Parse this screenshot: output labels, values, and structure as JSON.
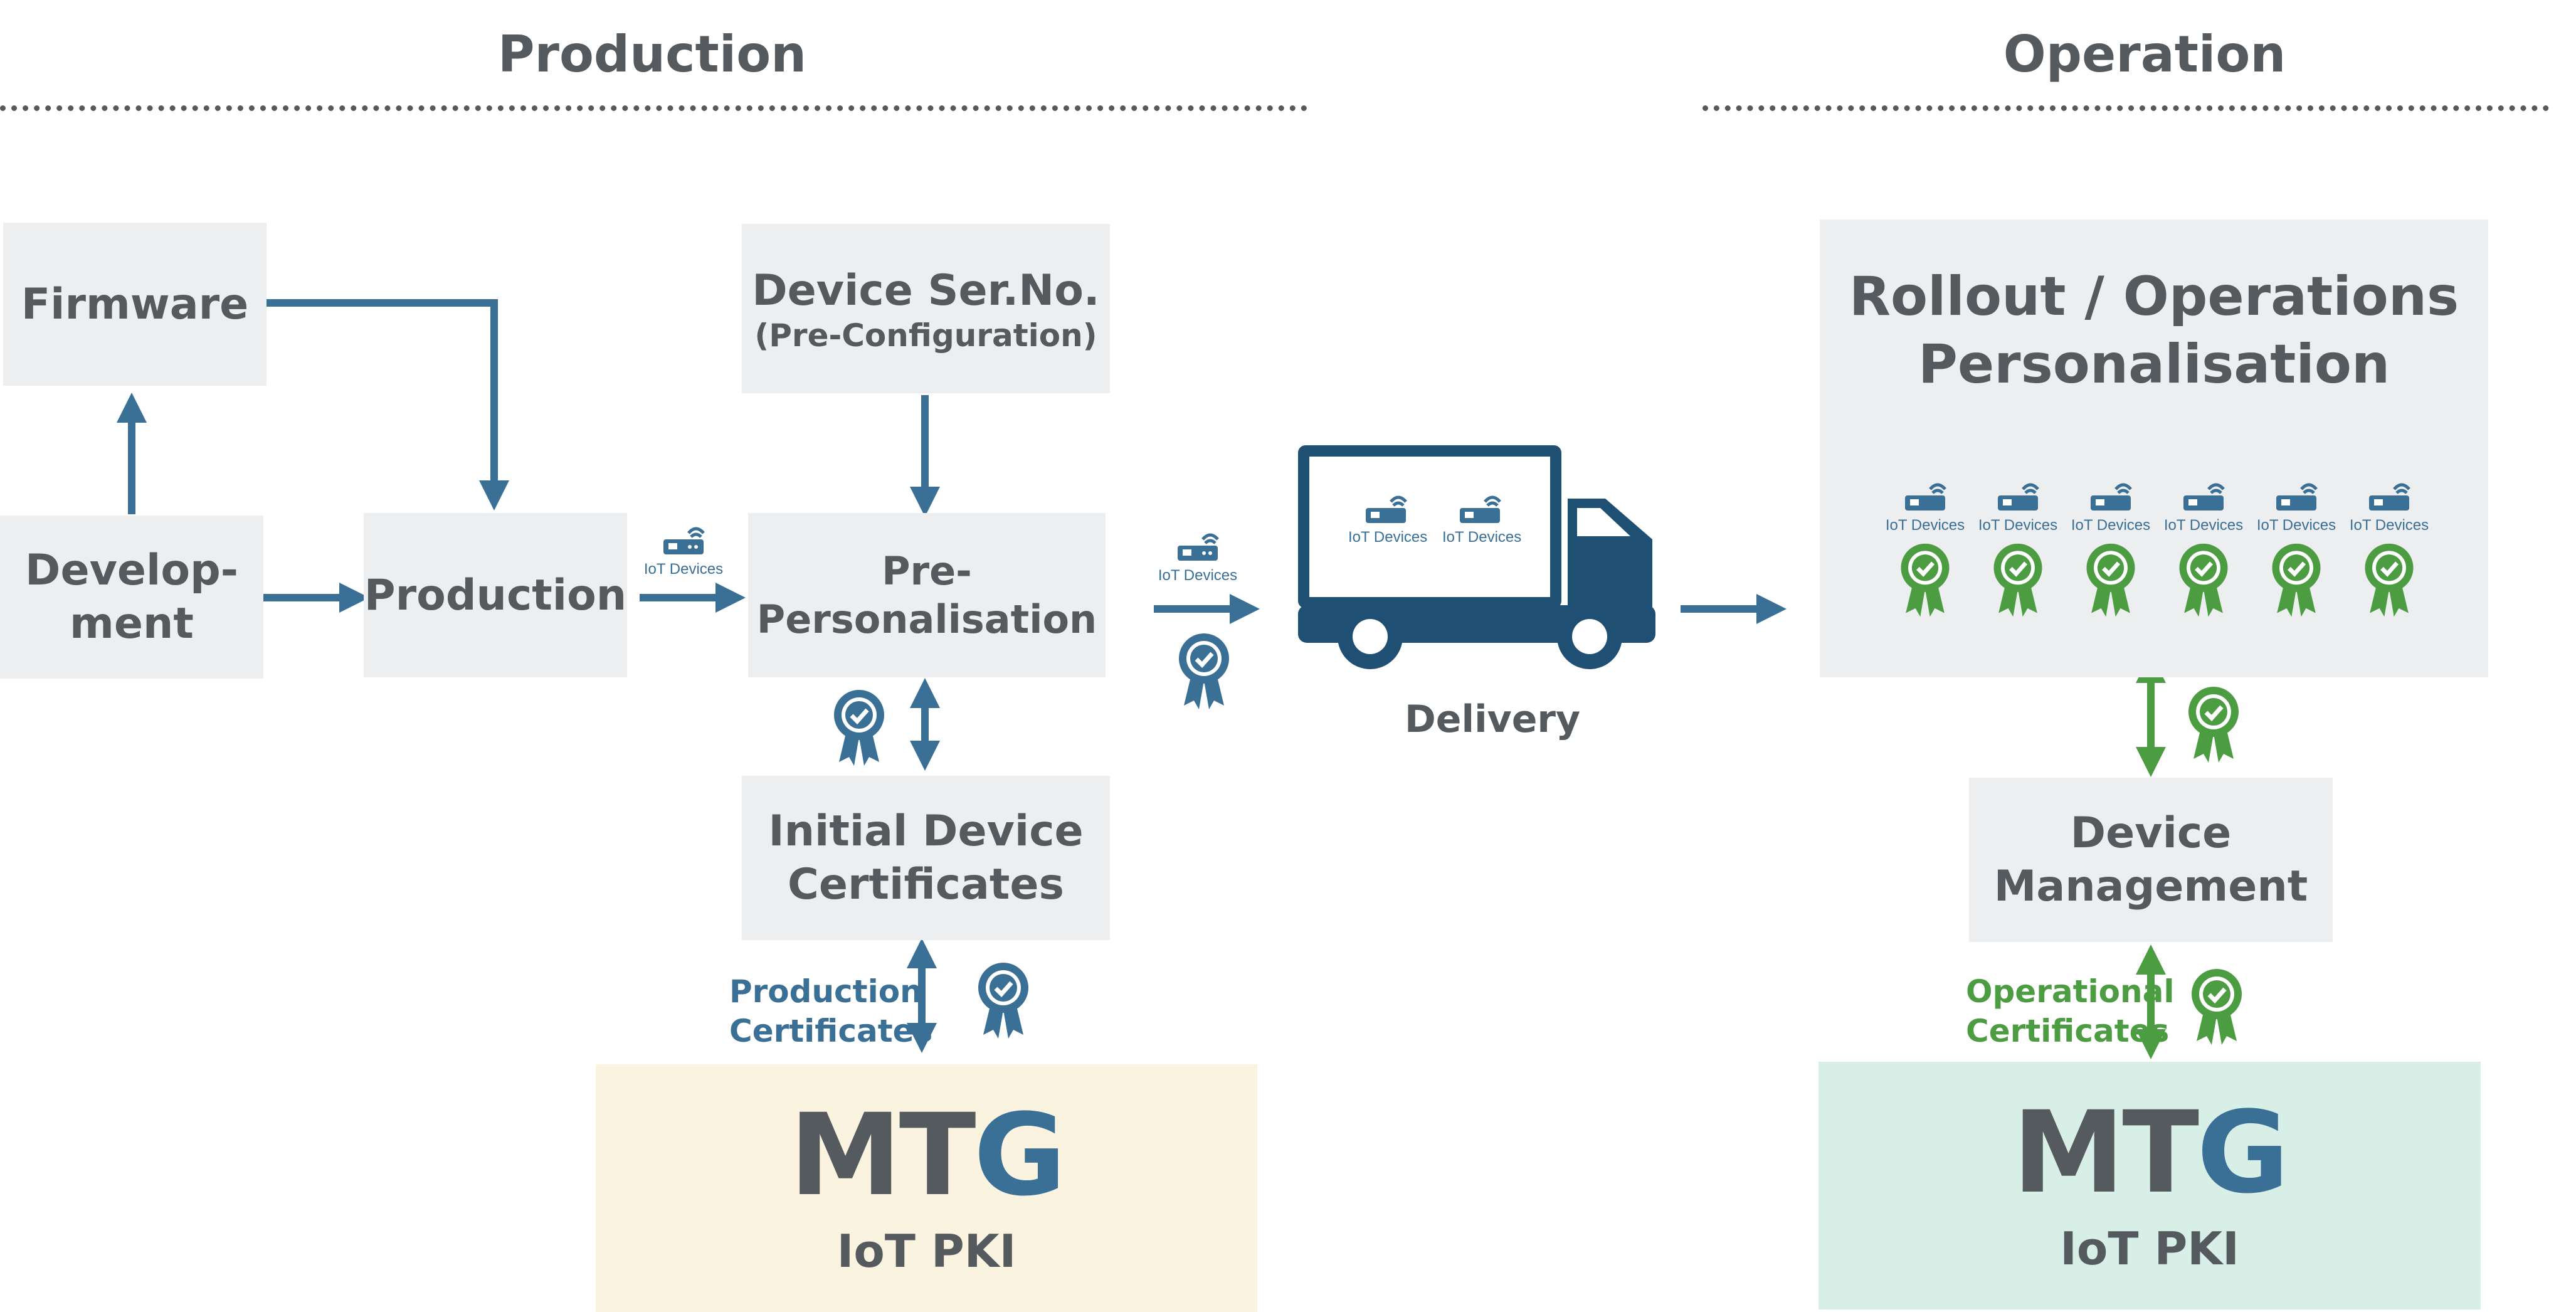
{
  "sections": {
    "production": "Production",
    "operation": "Operation"
  },
  "boxes": {
    "firmware": "Firmware",
    "development": "Develop-\nment",
    "production": "Production",
    "device_serno_title": "Device Ser.No.",
    "device_serno_sub": "(Pre-Configuration)",
    "pre_personalisation": "Pre-\nPersonalisation",
    "initial_certs": "Initial Device\nCertificates",
    "rollout": "Rollout / Operations\nPersonalisation",
    "device_management": "Device\nManagement"
  },
  "labels": {
    "iot_devices": "IoT Devices",
    "delivery": "Delivery",
    "production_certs": "Production\nCertificates",
    "operational_certs": "Operational\nCertificates"
  },
  "pki": {
    "mtg_m": "MT",
    "mtg_g": "G",
    "sub": "IoT PKI"
  },
  "colors": {
    "arrow_blue": "#3a6f96",
    "truck": "#1f4f73",
    "green": "#4c9d42",
    "box_gray": "#eceeef",
    "pki_production_bg": "#faf3e0",
    "pki_operation_bg": "#d7efe7"
  },
  "icons": [
    "iot-device-icon",
    "certificate-badge-icon",
    "truck-icon"
  ]
}
